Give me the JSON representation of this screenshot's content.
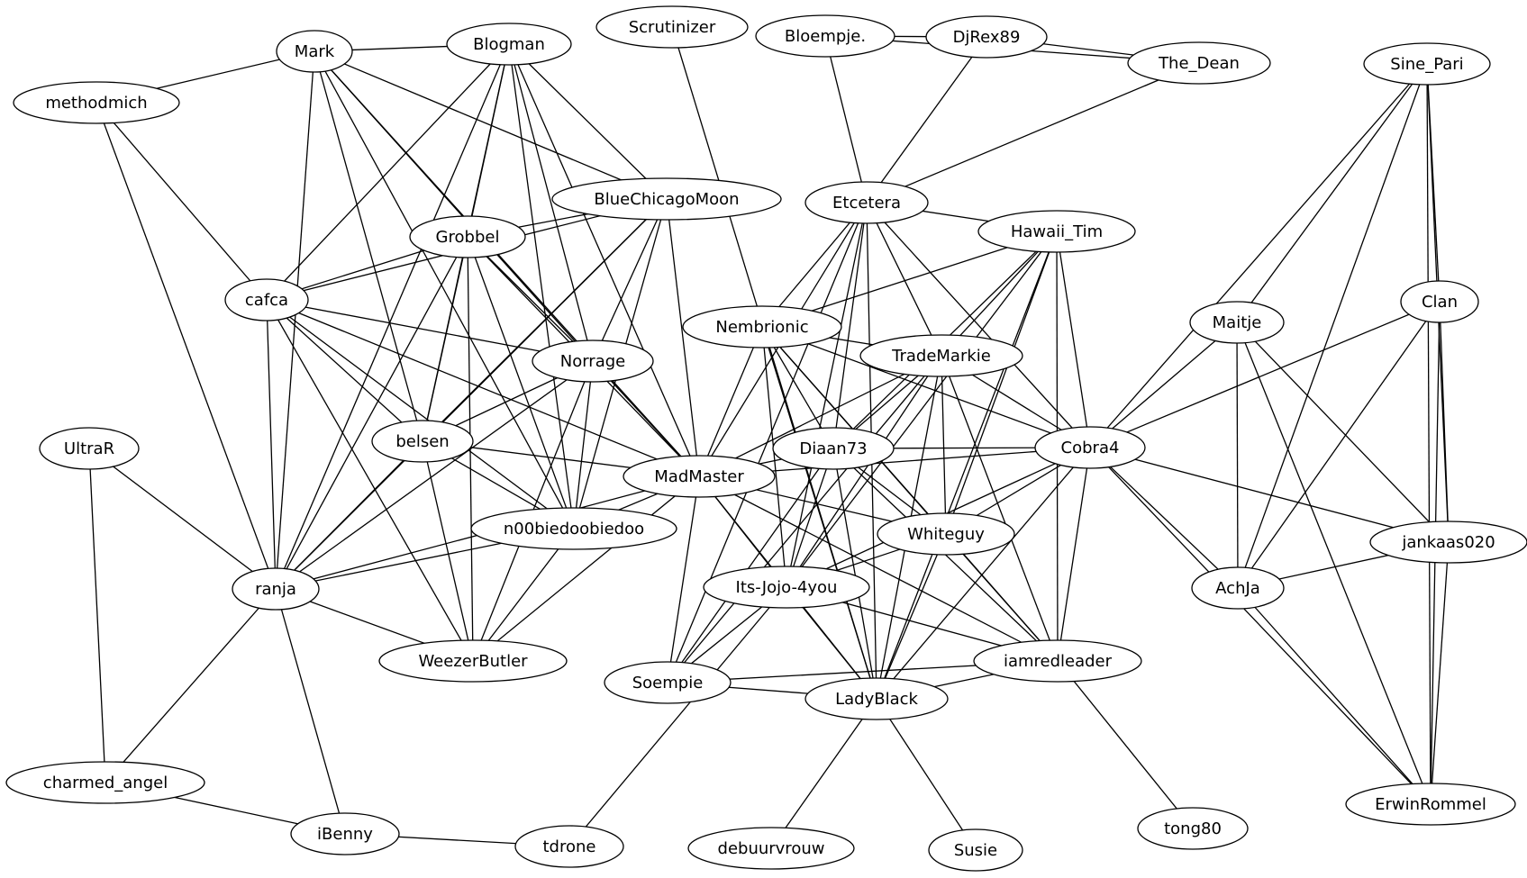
{
  "colors": {
    "stroke": "#000000",
    "fill": "#ffffff",
    "background": "#ffffff"
  },
  "nodes": [
    {
      "id": "mark",
      "label": "Mark"
    },
    {
      "id": "blogman",
      "label": "Blogman"
    },
    {
      "id": "scrutinizer",
      "label": "Scrutinizer"
    },
    {
      "id": "bloempje",
      "label": "Bloempje."
    },
    {
      "id": "djrex89",
      "label": "DjRex89"
    },
    {
      "id": "the_dean",
      "label": "The_Dean"
    },
    {
      "id": "sine_pari",
      "label": "Sine_Pari"
    },
    {
      "id": "methodmich",
      "label": "methodmich"
    },
    {
      "id": "bluechicagomoon",
      "label": "BlueChicagoMoon"
    },
    {
      "id": "etcetera",
      "label": "Etcetera"
    },
    {
      "id": "grobbel",
      "label": "Grobbel"
    },
    {
      "id": "hawaii_tim",
      "label": "Hawaii_Tim"
    },
    {
      "id": "cafca",
      "label": "cafca"
    },
    {
      "id": "clan",
      "label": "Clan"
    },
    {
      "id": "nembrionic",
      "label": "Nembrionic"
    },
    {
      "id": "maitje",
      "label": "Maitje"
    },
    {
      "id": "trademarkie",
      "label": "TradeMarkie"
    },
    {
      "id": "norrage",
      "label": "Norrage"
    },
    {
      "id": "ultrar",
      "label": "UltraR"
    },
    {
      "id": "belsen",
      "label": "belsen"
    },
    {
      "id": "diaan73",
      "label": "Diaan73"
    },
    {
      "id": "cobra4",
      "label": "Cobra4"
    },
    {
      "id": "madmaster",
      "label": "MadMaster"
    },
    {
      "id": "n00biedoobiedoo",
      "label": "n00biedoobiedoo"
    },
    {
      "id": "whiteguy",
      "label": "Whiteguy"
    },
    {
      "id": "jankaas020",
      "label": "jankaas020"
    },
    {
      "id": "ranja",
      "label": "ranja"
    },
    {
      "id": "its_jojo_4you",
      "label": "Its-Jojo-4you"
    },
    {
      "id": "achja",
      "label": "AchJa"
    },
    {
      "id": "weezerbutler",
      "label": "WeezerButler"
    },
    {
      "id": "iamredleader",
      "label": "iamredleader"
    },
    {
      "id": "soempie",
      "label": "Soempie"
    },
    {
      "id": "ladyblack",
      "label": "LadyBlack"
    },
    {
      "id": "charmed_angel",
      "label": "charmed_angel"
    },
    {
      "id": "erwinrommel",
      "label": "ErwinRommel"
    },
    {
      "id": "ibenny",
      "label": "iBenny"
    },
    {
      "id": "tdrone",
      "label": "tdrone"
    },
    {
      "id": "debuurvrouw",
      "label": "debuurvrouw"
    },
    {
      "id": "susie",
      "label": "Susie"
    },
    {
      "id": "tong80",
      "label": "tong80"
    }
  ],
  "edges": [
    [
      "mark",
      "blogman"
    ],
    [
      "mark",
      "methodmich"
    ],
    [
      "mark",
      "ranja"
    ],
    [
      "mark",
      "belsen"
    ],
    [
      "mark",
      "n00biedoobiedoo"
    ],
    [
      "mark",
      "norrage"
    ],
    [
      "mark",
      "bluechicagomoon"
    ],
    [
      "mark",
      "madmaster"
    ],
    [
      "blogman",
      "cafca"
    ],
    [
      "blogman",
      "grobbel"
    ],
    [
      "blogman",
      "bluechicagomoon"
    ],
    [
      "blogman",
      "belsen"
    ],
    [
      "blogman",
      "n00biedoobiedoo"
    ],
    [
      "blogman",
      "norrage"
    ],
    [
      "blogman",
      "ranja"
    ],
    [
      "blogman",
      "madmaster"
    ],
    [
      "methodmich",
      "cafca"
    ],
    [
      "methodmich",
      "ranja"
    ],
    [
      "scrutinizer",
      "ladyblack"
    ],
    [
      "bloempje",
      "djrex89"
    ],
    [
      "bloempje",
      "the_dean"
    ],
    [
      "bloempje",
      "etcetera"
    ],
    [
      "djrex89",
      "the_dean"
    ],
    [
      "djrex89",
      "etcetera"
    ],
    [
      "the_dean",
      "etcetera"
    ],
    [
      "sine_pari",
      "cobra4"
    ],
    [
      "sine_pari",
      "maitje"
    ],
    [
      "sine_pari",
      "achja"
    ],
    [
      "sine_pari",
      "clan"
    ],
    [
      "sine_pari",
      "jankaas020"
    ],
    [
      "sine_pari",
      "erwinrommel"
    ],
    [
      "bluechicagomoon",
      "grobbel"
    ],
    [
      "bluechicagomoon",
      "cafca"
    ],
    [
      "bluechicagomoon",
      "norrage"
    ],
    [
      "bluechicagomoon",
      "belsen"
    ],
    [
      "bluechicagomoon",
      "ranja"
    ],
    [
      "bluechicagomoon",
      "n00biedoobiedoo"
    ],
    [
      "bluechicagomoon",
      "madmaster"
    ],
    [
      "etcetera",
      "hawaii_tim"
    ],
    [
      "etcetera",
      "nembrionic"
    ],
    [
      "etcetera",
      "trademarkie"
    ],
    [
      "etcetera",
      "diaan73"
    ],
    [
      "etcetera",
      "cobra4"
    ],
    [
      "etcetera",
      "madmaster"
    ],
    [
      "etcetera",
      "soempie"
    ],
    [
      "etcetera",
      "ladyblack"
    ],
    [
      "etcetera",
      "its_jojo_4you"
    ],
    [
      "grobbel",
      "cafca"
    ],
    [
      "grobbel",
      "norrage"
    ],
    [
      "grobbel",
      "belsen"
    ],
    [
      "grobbel",
      "ranja"
    ],
    [
      "grobbel",
      "n00biedoobiedoo"
    ],
    [
      "grobbel",
      "madmaster"
    ],
    [
      "grobbel",
      "weezerbutler"
    ],
    [
      "hawaii_tim",
      "nembrionic"
    ],
    [
      "hawaii_tim",
      "trademarkie"
    ],
    [
      "hawaii_tim",
      "diaan73"
    ],
    [
      "hawaii_tim",
      "cobra4"
    ],
    [
      "hawaii_tim",
      "whiteguy"
    ],
    [
      "hawaii_tim",
      "its_jojo_4you"
    ],
    [
      "hawaii_tim",
      "iamredleader"
    ],
    [
      "hawaii_tim",
      "ladyblack"
    ],
    [
      "cafca",
      "norrage"
    ],
    [
      "cafca",
      "belsen"
    ],
    [
      "cafca",
      "madmaster"
    ],
    [
      "cafca",
      "n00biedoobiedoo"
    ],
    [
      "cafca",
      "ranja"
    ],
    [
      "cafca",
      "weezerbutler"
    ],
    [
      "clan",
      "cobra4"
    ],
    [
      "clan",
      "achja"
    ],
    [
      "clan",
      "jankaas020"
    ],
    [
      "clan",
      "erwinrommel"
    ],
    [
      "nembrionic",
      "madmaster"
    ],
    [
      "nembrionic",
      "diaan73"
    ],
    [
      "nembrionic",
      "cobra4"
    ],
    [
      "nembrionic",
      "whiteguy"
    ],
    [
      "nembrionic",
      "its_jojo_4you"
    ],
    [
      "nembrionic",
      "iamredleader"
    ],
    [
      "nembrionic",
      "ladyblack"
    ],
    [
      "nembrionic",
      "trademarkie"
    ],
    [
      "maitje",
      "cobra4"
    ],
    [
      "maitje",
      "achja"
    ],
    [
      "maitje",
      "jankaas020"
    ],
    [
      "maitje",
      "erwinrommel"
    ],
    [
      "trademarkie",
      "madmaster"
    ],
    [
      "trademarkie",
      "diaan73"
    ],
    [
      "trademarkie",
      "cobra4"
    ],
    [
      "trademarkie",
      "whiteguy"
    ],
    [
      "trademarkie",
      "its_jojo_4you"
    ],
    [
      "trademarkie",
      "iamredleader"
    ],
    [
      "trademarkie",
      "ladyblack"
    ],
    [
      "trademarkie",
      "soempie"
    ],
    [
      "norrage",
      "belsen"
    ],
    [
      "norrage",
      "ranja"
    ],
    [
      "norrage",
      "n00biedoobiedoo"
    ],
    [
      "norrage",
      "madmaster"
    ],
    [
      "norrage",
      "weezerbutler"
    ],
    [
      "ultrar",
      "ranja"
    ],
    [
      "ultrar",
      "charmed_angel"
    ],
    [
      "belsen",
      "madmaster"
    ],
    [
      "belsen",
      "n00biedoobiedoo"
    ],
    [
      "belsen",
      "ranja"
    ],
    [
      "belsen",
      "weezerbutler"
    ],
    [
      "diaan73",
      "cobra4"
    ],
    [
      "diaan73",
      "madmaster"
    ],
    [
      "diaan73",
      "whiteguy"
    ],
    [
      "diaan73",
      "its_jojo_4you"
    ],
    [
      "diaan73",
      "iamredleader"
    ],
    [
      "diaan73",
      "ladyblack"
    ],
    [
      "diaan73",
      "soempie"
    ],
    [
      "cobra4",
      "madmaster"
    ],
    [
      "cobra4",
      "whiteguy"
    ],
    [
      "cobra4",
      "jankaas020"
    ],
    [
      "cobra4",
      "achja"
    ],
    [
      "cobra4",
      "its_jojo_4you"
    ],
    [
      "cobra4",
      "iamredleader"
    ],
    [
      "cobra4",
      "ladyblack"
    ],
    [
      "cobra4",
      "erwinrommel"
    ],
    [
      "madmaster",
      "n00biedoobiedoo"
    ],
    [
      "madmaster",
      "whiteguy"
    ],
    [
      "madmaster",
      "its_jojo_4you"
    ],
    [
      "madmaster",
      "iamredleader"
    ],
    [
      "madmaster",
      "ladyblack"
    ],
    [
      "madmaster",
      "soempie"
    ],
    [
      "madmaster",
      "ranja"
    ],
    [
      "madmaster",
      "weezerbutler"
    ],
    [
      "n00biedoobiedoo",
      "ranja"
    ],
    [
      "n00biedoobiedoo",
      "weezerbutler"
    ],
    [
      "whiteguy",
      "its_jojo_4you"
    ],
    [
      "whiteguy",
      "iamredleader"
    ],
    [
      "whiteguy",
      "ladyblack"
    ],
    [
      "jankaas020",
      "achja"
    ],
    [
      "jankaas020",
      "erwinrommel"
    ],
    [
      "ranja",
      "weezerbutler"
    ],
    [
      "ranja",
      "charmed_angel"
    ],
    [
      "ranja",
      "ibenny"
    ],
    [
      "its_jojo_4you",
      "iamredleader"
    ],
    [
      "its_jojo_4you",
      "ladyblack"
    ],
    [
      "its_jojo_4you",
      "soempie"
    ],
    [
      "its_jojo_4you",
      "tdrone"
    ],
    [
      "achja",
      "erwinrommel"
    ],
    [
      "iamredleader",
      "ladyblack"
    ],
    [
      "iamredleader",
      "soempie"
    ],
    [
      "iamredleader",
      "tong80"
    ],
    [
      "soempie",
      "ladyblack"
    ],
    [
      "ladyblack",
      "susie"
    ],
    [
      "ladyblack",
      "debuurvrouw"
    ],
    [
      "charmed_angel",
      "ibenny"
    ],
    [
      "ibenny",
      "tdrone"
    ]
  ]
}
